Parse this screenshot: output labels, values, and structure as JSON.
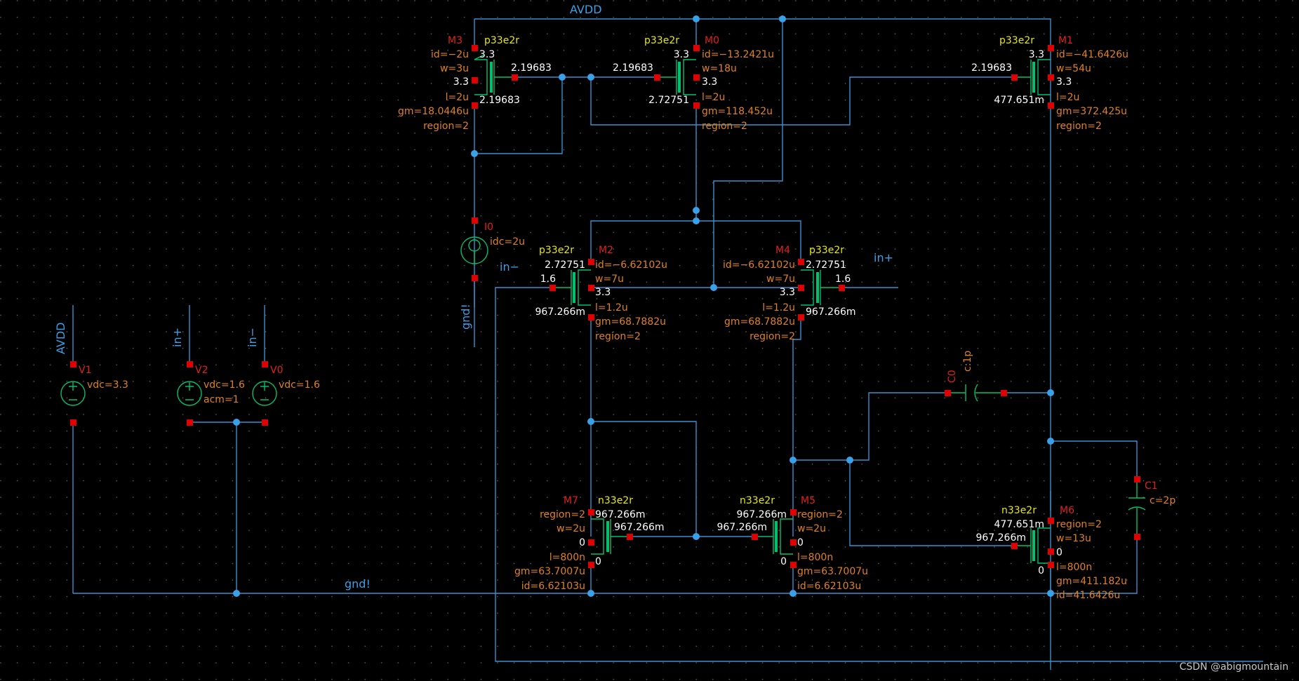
{
  "colors": {
    "background": "#000000",
    "wire": "#3a8fd0",
    "device": "#00c070",
    "pin": "#e00000",
    "name": "#e02020",
    "model": "#e8e800",
    "param": "#e08020",
    "value": "#ffffff"
  },
  "nets": {
    "avdd_top": "AVDD",
    "in_minus": "in−",
    "in_plus": "in+",
    "gnd_i0": "gnd!",
    "gnd_bottom": "gnd!",
    "v1_net": "AVDD",
    "v2_net": "in+",
    "v0_net": "in−"
  },
  "devices": {
    "M3": {
      "name": "M3",
      "model": "p33e2r",
      "id": "id=−2u",
      "w": "w=3u",
      "l": "l=2u",
      "gm": "gm=18.0446u",
      "region": "region=2",
      "vs": "3.3",
      "vb": "3.3",
      "vg": "2.19683",
      "vd": "2.19683"
    },
    "M0": {
      "name": "M0",
      "model": "p33e2r",
      "id": "id=−13.2421u",
      "w": "w=18u",
      "l": "l=2u",
      "gm": "gm=118.452u",
      "region": "region=2",
      "vs": "3.3",
      "vb": "3.3",
      "vg": "2.19683",
      "vd": "2.72751"
    },
    "M1": {
      "name": "M1",
      "model": "p33e2r",
      "id": "id=−41.6426u",
      "w": "w=54u",
      "l": "l=2u",
      "gm": "gm=372.425u",
      "region": "region=2",
      "vs": "3.3",
      "vb": "3.3",
      "vg": "2.19683",
      "vd": "477.651m"
    },
    "M2": {
      "name": "M2",
      "model": "p33e2r",
      "id": "id=−6.62102u",
      "w": "w=7u",
      "l": "l=1.2u",
      "gm": "gm=68.7882u",
      "region": "region=2",
      "vs": "2.72751",
      "vb": "3.3",
      "vg": "1.6",
      "vd": "967.266m"
    },
    "M4": {
      "name": "M4",
      "model": "p33e2r",
      "id": "id=−6.62102u",
      "w": "w=7u",
      "l": "l=1.2u",
      "gm": "gm=68.7882u",
      "region": "region=2",
      "vs": "2.72751",
      "vb": "3.3",
      "vg": "1.6",
      "vd": "967.266m"
    },
    "M7": {
      "name": "M7",
      "model": "n33e2r",
      "region": "region=2",
      "w": "w=2u",
      "l": "l=800n",
      "gm": "gm=63.7007u",
      "id": "id=6.62103u",
      "vd": "967.266m",
      "vg": "967.266m",
      "vs": "0",
      "vb": "0"
    },
    "M5": {
      "name": "M5",
      "model": "n33e2r",
      "region": "region=2",
      "w": "w=2u",
      "l": "l=800n",
      "gm": "gm=63.7007u",
      "id": "id=6.62103u",
      "vd": "967.266m",
      "vg": "967.266m",
      "vs": "0",
      "vb": "0"
    },
    "M6": {
      "name": "M6",
      "model": "n33e2r",
      "region": "region=2",
      "w": "w=13u",
      "l": "l=800n",
      "gm": "gm=411.182u",
      "id": "id=41.6426u",
      "vd": "477.651m",
      "vg": "967.266m",
      "vs": "0",
      "vb": "0"
    },
    "I0": {
      "name": "I0",
      "idc": "idc=2u"
    },
    "V1": {
      "name": "V1",
      "vdc": "vdc=3.3"
    },
    "V2": {
      "name": "V2",
      "vdc": "vdc=1.6",
      "acm": "acm=1"
    },
    "V0": {
      "name": "V0",
      "vdc": "vdc=1.6"
    },
    "C0": {
      "name": "C0",
      "c": "c:1p"
    },
    "C1": {
      "name": "C1",
      "c": "c=2p"
    }
  },
  "watermark": "CSDN @abigmountain"
}
